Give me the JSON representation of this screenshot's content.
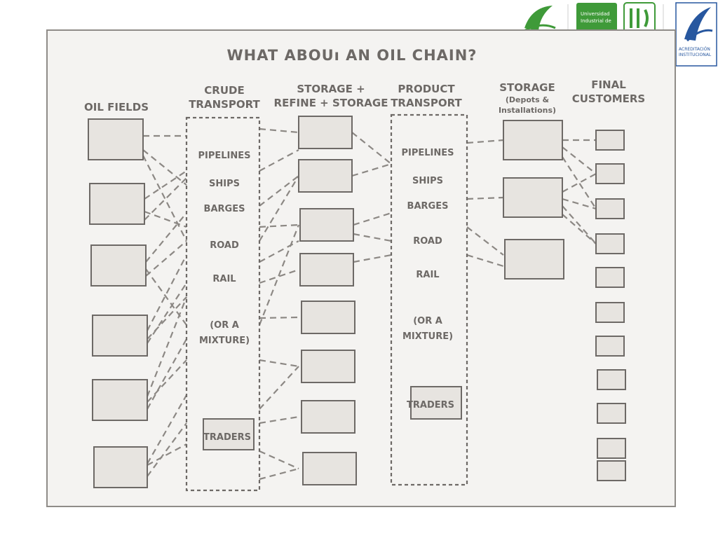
{
  "title": "WHAT ABOUı AN OIL CHAIN?",
  "logos": {
    "university_badge_line1": "Universidad",
    "university_badge_line2": "Industrial de",
    "accreditation_line1": "ACREDITACIÓN",
    "accreditation_line2": "INSTITUCIONAL"
  },
  "columns": {
    "oil_fields": [
      "OIL FIELDS"
    ],
    "crude_transport": [
      "CRUDE",
      "TRANSPORT"
    ],
    "refine": [
      "STORAGE +",
      "REFINE + STORAGE"
    ],
    "product_transport": [
      "PRODUCT",
      "TRANSPORT"
    ],
    "storage": [
      "STORAGE",
      "(Depots &",
      "Installations)"
    ],
    "customers": [
      "FINAL",
      "CUSTOMERS"
    ]
  },
  "crude_modes": [
    "PIPELINES",
    "SHIPS",
    "BARGES",
    "ROAD",
    "RAIL",
    "(OR A",
    "MIXTURE)"
  ],
  "crude_traders": "TRADERS",
  "product_modes": [
    "PIPELINES",
    "SHIPS",
    "BARGES",
    "ROAD",
    "RAIL",
    "(OR A",
    "MIXTURE)"
  ],
  "product_traders": "TRADERS",
  "colors": {
    "ink": "#6d6966",
    "box_fill": "#e7e4e0",
    "paper": "#f4f3f1",
    "green_badge": "#3f9a39",
    "blue_badge": "#27579f"
  }
}
